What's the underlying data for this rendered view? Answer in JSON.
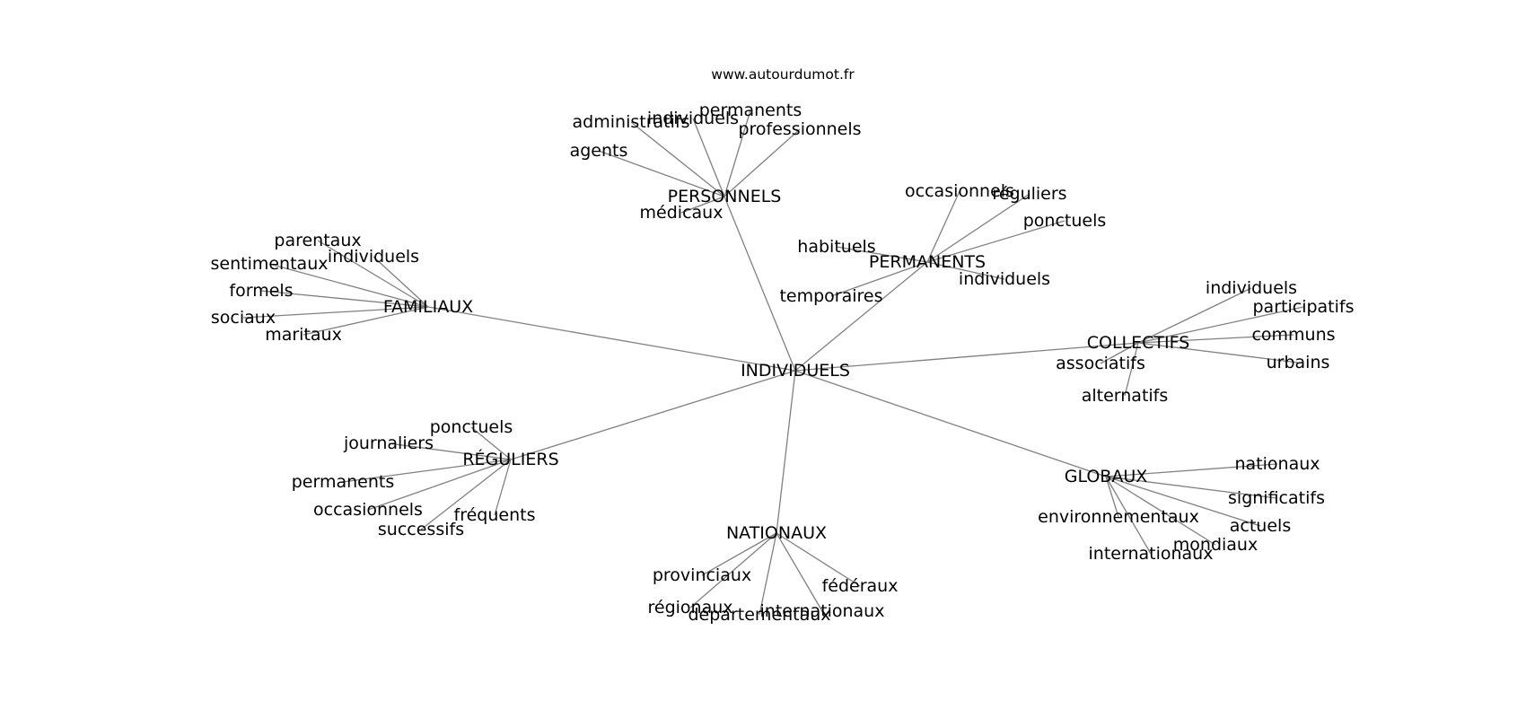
{
  "header": {
    "site": "www.autourdumot.fr"
  },
  "graph": {
    "center": "INDIVIDUELS",
    "groups": [
      {
        "label": "PERSONNELS",
        "leaves": [
          "administratifs",
          "individuels",
          "permanents",
          "professionnels",
          "agents",
          "médicaux"
        ]
      },
      {
        "label": "PERMANENTS",
        "leaves": [
          "occasionnels",
          "réguliers",
          "ponctuels",
          "habituels",
          "individuels",
          "temporaires"
        ]
      },
      {
        "label": "FAMILIAUX",
        "leaves": [
          "parentaux",
          "individuels",
          "sentimentaux",
          "formels",
          "sociaux",
          "maritaux"
        ]
      },
      {
        "label": "COLLECTIFS",
        "leaves": [
          "individuels",
          "participatifs",
          "communs",
          "urbains",
          "associatifs",
          "alternatifs"
        ]
      },
      {
        "label": "RÉGULIERS",
        "leaves": [
          "ponctuels",
          "journaliers",
          "permanents",
          "occasionnels",
          "successifs",
          "fréquents"
        ]
      },
      {
        "label": "GLOBAUX",
        "leaves": [
          "nationaux",
          "significatifs",
          "actuels",
          "mondiaux",
          "environnementaux",
          "internationaux"
        ]
      },
      {
        "label": "NATIONAUX",
        "leaves": [
          "provinciaux",
          "fédéraux",
          "régionaux",
          "départementaux",
          "internationaux"
        ]
      }
    ]
  }
}
